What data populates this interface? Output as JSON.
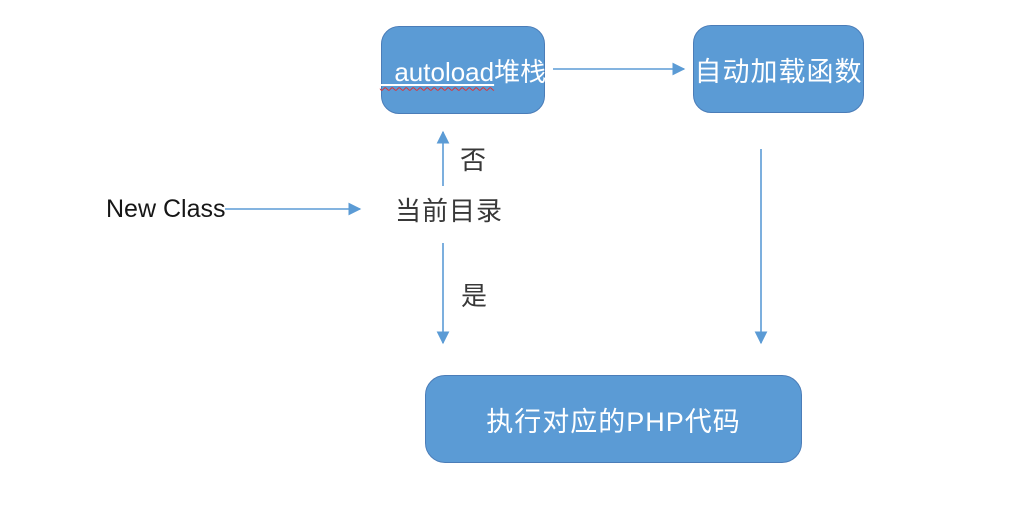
{
  "flowchart": {
    "node_autoload_stack": {
      "underlined": "_autoload",
      "suffix": "堆栈"
    },
    "node_autoload_func": {
      "label": "自动加载函数"
    },
    "node_exec_php": {
      "label": "执行对应的PHP代码"
    },
    "label_new_class": "New Class",
    "label_current_dir": "当前目录",
    "branch_no": "否",
    "branch_yes": "是"
  },
  "colors": {
    "node_fill": "#5B9BD5",
    "node_border": "#4B7DB8",
    "node_text": "#FFFFFF",
    "arrow": "#5B9BD5",
    "label_text": "#383838",
    "spellcheck_squiggle": "#E03131",
    "background": "#FFFFFF"
  }
}
